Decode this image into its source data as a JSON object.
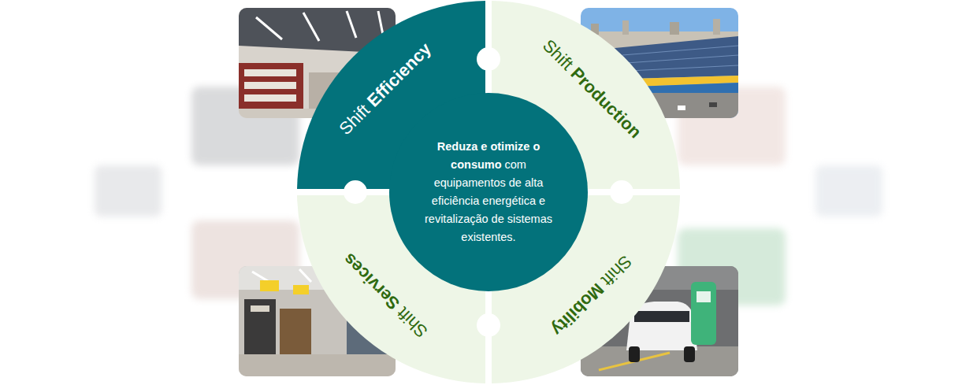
{
  "diagram": {
    "nodes": [
      {
        "text": [
          "Shift",
          "Efficiency"
        ]
      },
      {
        "text": [
          "Shift",
          "Production"
        ]
      },
      {
        "text": [
          "Reduza e otimize o consumo",
          "com equipamentos de alta eficiência energética e revitalização de sistemas existentes."
        ]
      },
      {
        "text": [
          "Shift",
          "Services"
        ]
      },
      {
        "text": [
          "Shift",
          "Mobility"
        ]
      }
    ]
  }
}
